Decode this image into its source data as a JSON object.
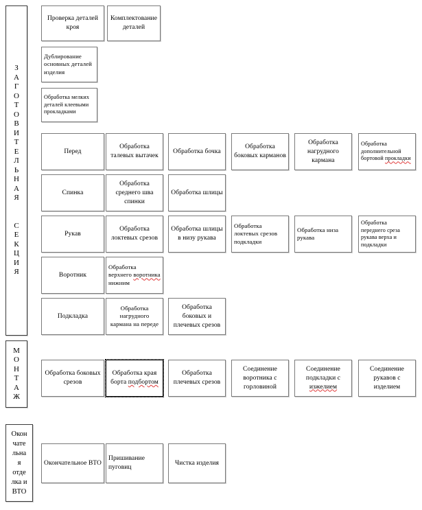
{
  "document": {
    "title": "Схема технологического процесса изготовления изделия",
    "language": "ru",
    "background_color": "#ffffff",
    "border_color": "#7a7a7a",
    "spellcheck_underline_color": "#e03a3a"
  },
  "sections": [
    {
      "id": "zagotovitelnaya",
      "label": "ЗАГОТОВИТЕЛЬНАЯ СЕКЦИЯ",
      "label_lines": "З\nА\nГ\nО\nТ\nО\nВ\nИ\nТ\nЕ\nЛ\nЬ\nН\nА\nЯ\n\n\nС\nЕ\nК\nЦ\nИ\nЯ"
    },
    {
      "id": "montazh",
      "label": "МОНТАЖ",
      "label_lines": "М\nО\nН\nТ\nА\nЖ"
    },
    {
      "id": "okonchatelnaya",
      "label": "Окончательная отделка и ВТО",
      "label_lines": "Окон\nчате\nльна\nя\nотде\nлка и\nВТО"
    }
  ],
  "boxes": {
    "r1c1": "Проверка деталей кроя",
    "r1c2": "Комплектование деталей",
    "r2c1": "Дублирование основных деталей изделия",
    "r3c1": "Обработка мелких деталей клеевыми прокладками",
    "r4c1": "Перед",
    "r4c2": "Обработка талевых вытачек",
    "r4c3": "Обработка бочка",
    "r4c4": "Обработка боковых карманов",
    "r4c5": "Обработка нагрудного кармана",
    "r4c6_part1": "Обработка дополнительной бортовой ",
    "r4c6_part2": "прокладки",
    "r5c1": "Спинка",
    "r5c2": "Обработка среднего шва спинки",
    "r5c3": "Обработка шлицы",
    "r6c1": "Рукав",
    "r6c2": "Обработка локтевых срезов",
    "r6c3": "Обработка шлицы в низу рукава",
    "r6c4": "Обработка локтевых срезов подкладки",
    "r6c5": "Обработка низа рукава",
    "r6c6": "Обработка переднего среза рукава верха и подкладки",
    "r7c1": "Воротник",
    "r7c2_part1": "Обработка верхнего ",
    "r7c2_part2": "воротника",
    "r7c2_part3": " нижним",
    "r8c1": "Подкладка",
    "r8c2": "Обработка нагрудного кармана на переде",
    "r8c3": "Обработка боковых и плечевых срезов",
    "m1": "Обработка боковых срезов",
    "m2_part1": "Обработка края борта ",
    "m2_part2": "подбортом",
    "m3": "Обработка плечевых срезов",
    "m4": "Соединение воротника с горловиной",
    "m5_part1": "Соединение подкладки с ",
    "m5_part2": "изжелием",
    "m6": "Соединение рукавов с изделием",
    "f1": "Окончательное ВТО",
    "f2": "Пришивание пуговиц",
    "f3": "Чистка изделия"
  }
}
